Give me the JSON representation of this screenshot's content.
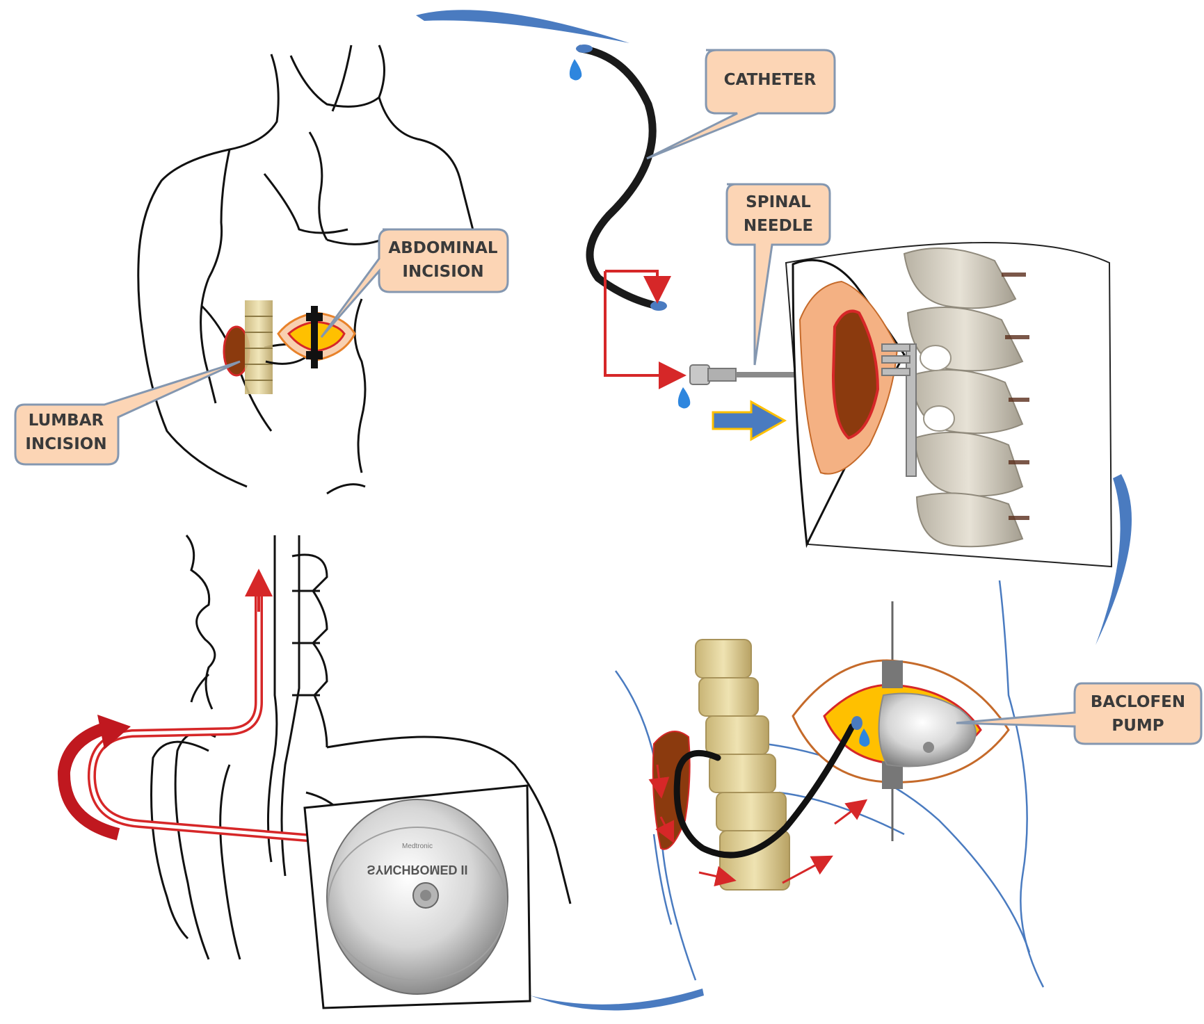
{
  "callouts": {
    "catheter": [
      "CATHETER"
    ],
    "spinal_needle": [
      "SPINAL",
      "NEEDLE"
    ],
    "abdominal_incision": [
      "ABDOMINAL",
      "INCISION"
    ],
    "lumbar_incision": [
      "LUMBAR",
      "INCISION"
    ],
    "baclofen_pump": [
      "BACLOFEN",
      "PUMP"
    ]
  },
  "pump_labels": {
    "brand_text": "SYNCHROMED II",
    "small_text": "Medtronic"
  },
  "colors": {
    "callout_fill": "#fcd5b5",
    "callout_stroke": "#8497b0",
    "cycle_arrow": "#4a7bc0",
    "red_arrow": "#d62728",
    "catheter": "#1a1a1a",
    "incision_orange": "#e8822a",
    "incision_yellow": "#ffc000",
    "tissue_brown": "#8b3a0e",
    "bone": "#d8c690",
    "skin_line_blue": "#4a7bc0",
    "drop_blue": "#2e86de"
  }
}
